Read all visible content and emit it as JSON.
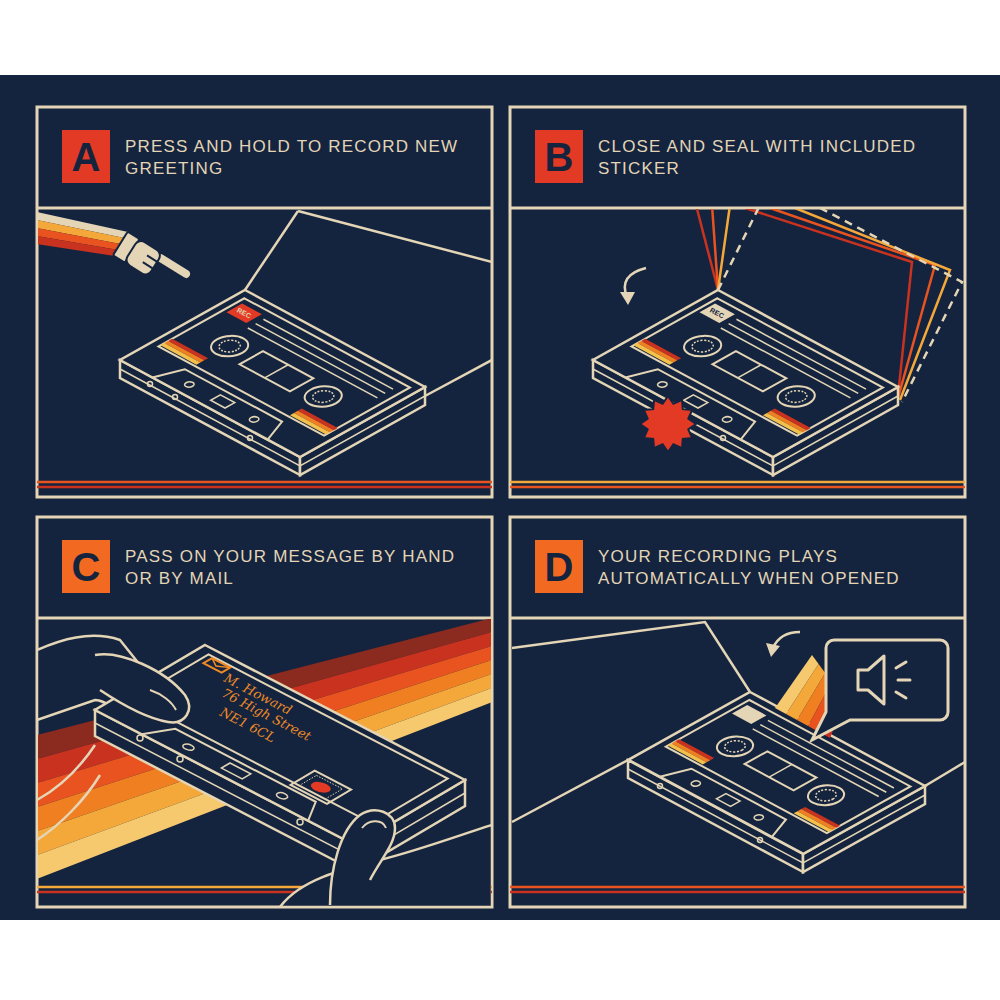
{
  "diagram": {
    "nodes": [
      {
        "text": [
          "PRESS AND HOLD TO RECORD NEW GREETING"
        ]
      },
      {
        "text": [
          "A"
        ],
        "in": 0
      },
      {
        "text": [
          "CLOSE AND SEAL WITH INCLUDED STICKER"
        ]
      },
      {
        "text": [
          "B"
        ],
        "in": 2
      },
      {
        "text": [
          "PASS ON YOUR MESSAGE BY HAND OR BY MAIL"
        ]
      },
      {
        "text": [
          "C"
        ],
        "in": 4
      },
      {
        "text": [
          "YOUR RECORDING PLAYS AUTOMATICALLY WHEN OPENED"
        ]
      },
      {
        "text": [
          "D"
        ],
        "in": 6
      }
    ],
    "labels": [
      "REC",
      "REC",
      "M. Howard",
      "76 High Street",
      "NE1 6CL"
    ]
  }
}
